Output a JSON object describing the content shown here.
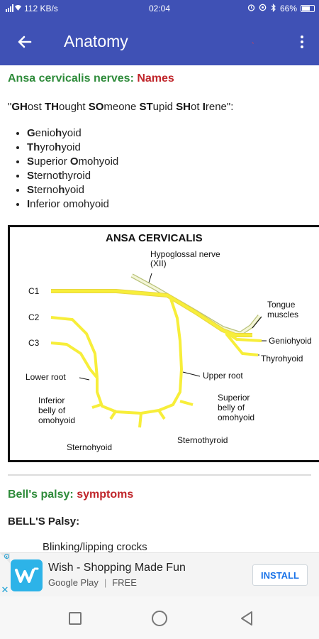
{
  "status": {
    "net_speed": "112 KB/s",
    "time": "02:04",
    "battery": "66%"
  },
  "appbar": {
    "title": "Anatomy",
    "red_mark": "ˎ"
  },
  "section1": {
    "heading_green": "Ansa cervicalis nerves:",
    "heading_red": "Names",
    "mnemonic_parts": [
      {
        "text": "\"",
        "bold": false
      },
      {
        "text": "GH",
        "bold": true
      },
      {
        "text": "ost ",
        "bold": false
      },
      {
        "text": "TH",
        "bold": true
      },
      {
        "text": "ought ",
        "bold": false
      },
      {
        "text": "SO",
        "bold": true
      },
      {
        "text": "meone ",
        "bold": false
      },
      {
        "text": "ST",
        "bold": true
      },
      {
        "text": "upid ",
        "bold": false
      },
      {
        "text": "SH",
        "bold": true
      },
      {
        "text": "ot ",
        "bold": false
      },
      {
        "text": "I",
        "bold": true
      },
      {
        "text": "rene\":",
        "bold": false
      }
    ],
    "muscles": [
      [
        {
          "t": "G",
          "b": true
        },
        {
          "t": "enio",
          "b": false
        },
        {
          "t": "h",
          "b": true
        },
        {
          "t": "yoid",
          "b": false
        }
      ],
      [
        {
          "t": "Th",
          "b": true
        },
        {
          "t": "yro",
          "b": false
        },
        {
          "t": "h",
          "b": true
        },
        {
          "t": "yoid",
          "b": false
        }
      ],
      [
        {
          "t": "S",
          "b": true
        },
        {
          "t": "uperior ",
          "b": false
        },
        {
          "t": "O",
          "b": true
        },
        {
          "t": "mohyoid",
          "b": false
        }
      ],
      [
        {
          "t": "S",
          "b": true
        },
        {
          "t": "terno",
          "b": false
        },
        {
          "t": "t",
          "b": true
        },
        {
          "t": "hyroid",
          "b": false
        }
      ],
      [
        {
          "t": "S",
          "b": true
        },
        {
          "t": "terno",
          "b": false
        },
        {
          "t": "h",
          "b": true
        },
        {
          "t": "yoid",
          "b": false
        }
      ],
      [
        {
          "t": "I",
          "b": true
        },
        {
          "t": "nferior omohyoid",
          "b": false
        }
      ]
    ]
  },
  "diagram": {
    "title": "ANSA CERVICALIS",
    "hypoglossal_line1": "Hypoglossal nerve",
    "hypoglossal_line2": "(XII)",
    "c1": "C1",
    "c2": "C2",
    "c3": "C3",
    "tongue_line1": "Tongue",
    "tongue_line2": "muscles",
    "geniohyoid": "Geniohyoid",
    "thyrohyoid": "Thyrohyoid",
    "lower_root": "Lower root",
    "upper_root": "Upper root",
    "inferior_line1": "Inferior",
    "inferior_line2": "belly of",
    "inferior_line3": "omohyoid",
    "superior_line1": "Superior",
    "superior_line2": "belly of",
    "superior_line3": "omohyoid",
    "sternohyoid": "Sternohyoid",
    "sternothyroid": "Sternothyroid"
  },
  "section2": {
    "heading_green": "Bell's palsy:",
    "heading_red": "symptoms",
    "sub": "BELL'S Palsy:",
    "cut_line": "Blinking/lipping crocks"
  },
  "ad": {
    "title": "Wish - Shopping Made Fun",
    "store": "Google Play",
    "price": "FREE",
    "install": "INSTALL"
  }
}
